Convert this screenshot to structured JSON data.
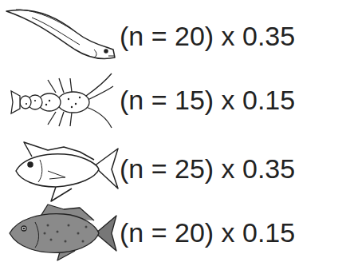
{
  "diagram": {
    "labels": [
      "(n = 20) x 0.35",
      "(n = 15) x 0.15",
      "(n = 25) x 0.35",
      "(n = 20) x 0.15"
    ]
  }
}
